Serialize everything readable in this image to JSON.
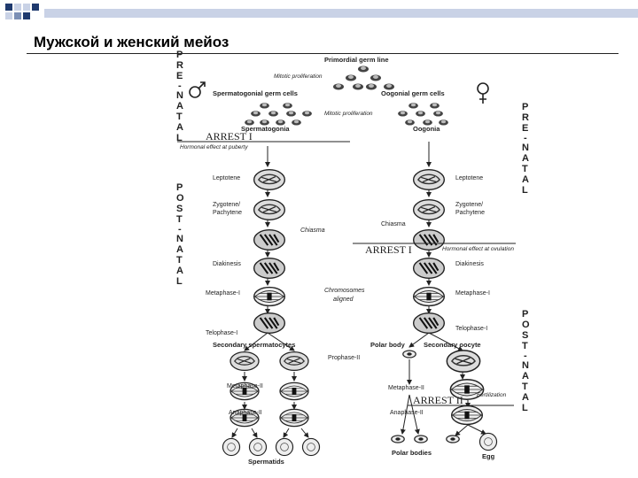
{
  "title": "Мужской и женский мейоз",
  "colors": {
    "accent_dark": "#1f3a6e",
    "accent_mid": "#7b8fb5",
    "accent_light": "#c9d2e6"
  },
  "side_labels": {
    "prenatal_left": [
      "P",
      "R",
      "E",
      "-",
      "N",
      "A",
      "T",
      "A",
      "L"
    ],
    "postnatal_left": [
      "P",
      "O",
      "S",
      "T",
      "-",
      "N",
      "A",
      "T",
      "A",
      "L"
    ],
    "prenatal_right": [
      "P",
      "R",
      "E",
      "-",
      "N",
      "A",
      "T",
      "A",
      "L"
    ],
    "postnatal_right": [
      "P",
      "O",
      "S",
      "T",
      "-",
      "N",
      "A",
      "T",
      "A",
      "L"
    ]
  },
  "labels": {
    "primordial": "Primordial germ line",
    "mitotic_top": "Mitotic proliferation",
    "spermatogonial": "Spermatogonial germ cells",
    "oogonial": "Oogonial germ cells",
    "mitotic_mid": "Mitotic proliferation",
    "spermatogonia": "Spermatogonia",
    "oogonia": "Oogonia",
    "arrest1_left": "ARREST I",
    "hormonal_puberty": "Hormonal effect at puberty",
    "leptotene_l": "Leptotene",
    "leptotene_r": "Leptotene",
    "zygotene_l": "Zygotene/",
    "pachytene_l": "Pachytene",
    "zygotene_r": "Zygotene/",
    "pachytene_r": "Pachytene",
    "chiasma_l": "Chiasma",
    "chiasma_r": "Chiasma",
    "arrest1_right": "ARREST I",
    "hormonal_ovulation": "Hormonal effect at ovulation",
    "diakinesis_l": "Diakinesis",
    "diakinesis_r": "Diakinesis",
    "metaphase1_l": "Metaphase-I",
    "metaphase1_r": "Metaphase-I",
    "chromosomes": "Chromosomes",
    "aligned": "aligned",
    "telophase1_l": "Telophase-I",
    "telophase1_r": "Telophase-I",
    "secondary_spermatocytes": "Secondary spermatocytes",
    "polar_body": "Polar body",
    "secondary_oocyte": "Secondary oocyte",
    "prophase2": "Prophase-II",
    "metaphase2_l": "Metaphase-II",
    "metaphase2_r": "Metaphase-II",
    "fertilization": "Fertilization",
    "arrest2": "ARREST II",
    "anaphase2_l": "Anaphase-II",
    "anaphase2_r": "Anaphase-II",
    "spermatids": "Spermatids",
    "polar_bodies": "Polar bodies",
    "egg": "Egg"
  }
}
